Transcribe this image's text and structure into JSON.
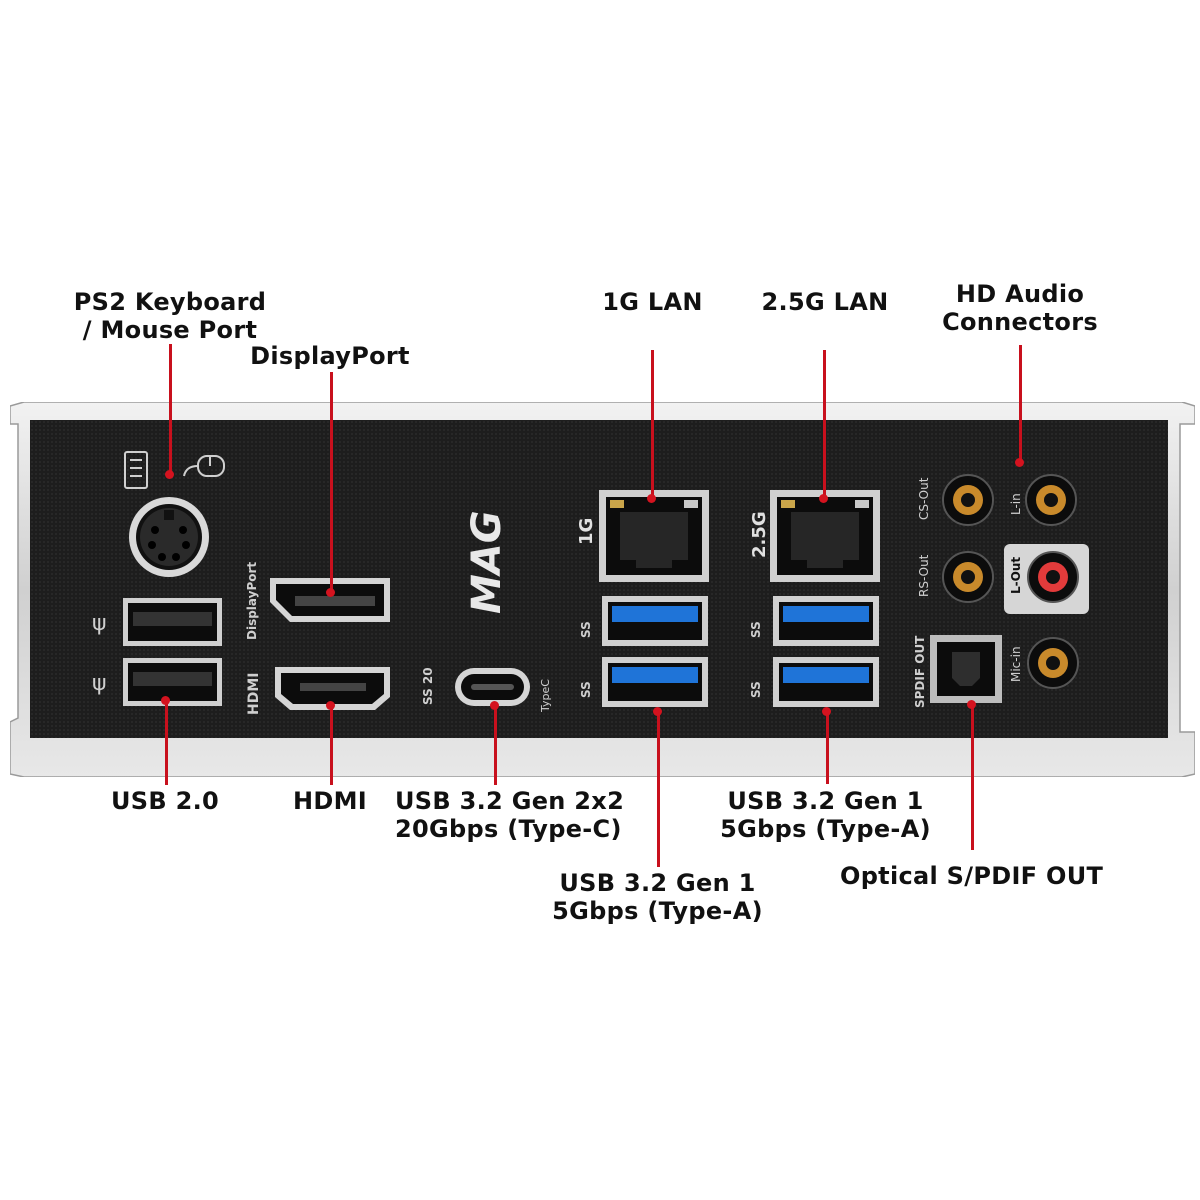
{
  "labels": {
    "ps2": [
      "PS2 Keyboard",
      "/ Mouse Port"
    ],
    "displayport": [
      "DisplayPort"
    ],
    "lan1g": [
      "1G LAN"
    ],
    "lan25g": [
      "2.5G LAN"
    ],
    "audio": [
      "HD Audio",
      "Connectors"
    ],
    "usb20": [
      "USB 2.0"
    ],
    "hdmi": [
      "HDMI"
    ],
    "usbc": [
      "USB 3.2 Gen 2x2",
      "20Gbps (Type-C)"
    ],
    "usb_a_left": [
      "USB 3.2 Gen 1",
      "5Gbps (Type-A)"
    ],
    "usb_a_right": [
      "USB 3.2 Gen 1",
      "5Gbps (Type-A)"
    ],
    "spdif": [
      "Optical S/PDIF OUT"
    ]
  },
  "panel_markings": {
    "brand": "MAG",
    "displayport": "DisplayPort",
    "hdmi": "HDMI",
    "typec": "TypeC",
    "ss20": "SS 20",
    "ss": "SS",
    "lan1": "1G",
    "lan2": "2.5G",
    "cs_out": "CS-Out",
    "rs_out": "RS-Out",
    "l_in": "L-in",
    "l_out": "L-Out",
    "mic_in": "Mic-in",
    "spdif_out": "SPDIF OUT"
  },
  "colors": {
    "leader": "#c8101d",
    "plate": "#1d1d1d",
    "usb3_blue": "#1f74d8",
    "audio_gold": "#c98a2b",
    "audio_pink": "#e23b3b"
  }
}
